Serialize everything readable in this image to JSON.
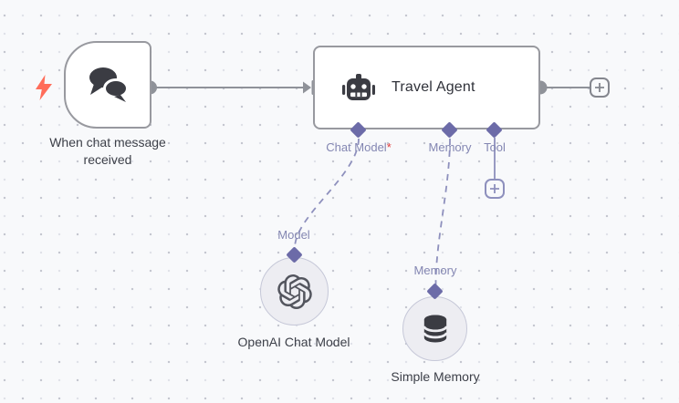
{
  "colors": {
    "canvas-bg": "#f8f9fb",
    "grid-dot-dark": "#c3c5ce",
    "grid-dot-light": "#dfe1e8",
    "node-bg": "#ffffff",
    "node-border": "#98999f",
    "wire-gray": "#8f9299",
    "wire-purple": "#8e90bd",
    "diamond": "#6c6ba8",
    "endpoint-label": "#8386b2",
    "required-red": "#e03c3c",
    "trigger-bolt": "#ff6d5a",
    "icon-dark": "#3b3c43",
    "title-dark": "#30323a",
    "subnode-bg": "#ededf2",
    "subnode-border": "#c6c8d8",
    "plus-gray": "#84868e"
  },
  "icons": {
    "trigger": "chat-bubbles",
    "trigger_badge": "lightning-bolt",
    "agent": "robot",
    "chat_model": "openai-logo",
    "memory": "database",
    "add": "plus"
  },
  "trigger": {
    "title": "When chat message received"
  },
  "agent": {
    "title": "Travel Agent",
    "ports": [
      {
        "label": "Chat Model",
        "required": "*"
      },
      {
        "label": "Memory",
        "required": ""
      },
      {
        "label": "Tool",
        "required": ""
      }
    ]
  },
  "chat_model_node": {
    "title": "OpenAI Chat Model",
    "port_label": "Model"
  },
  "memory_node": {
    "title": "Simple Memory",
    "port_label": "Memory"
  }
}
